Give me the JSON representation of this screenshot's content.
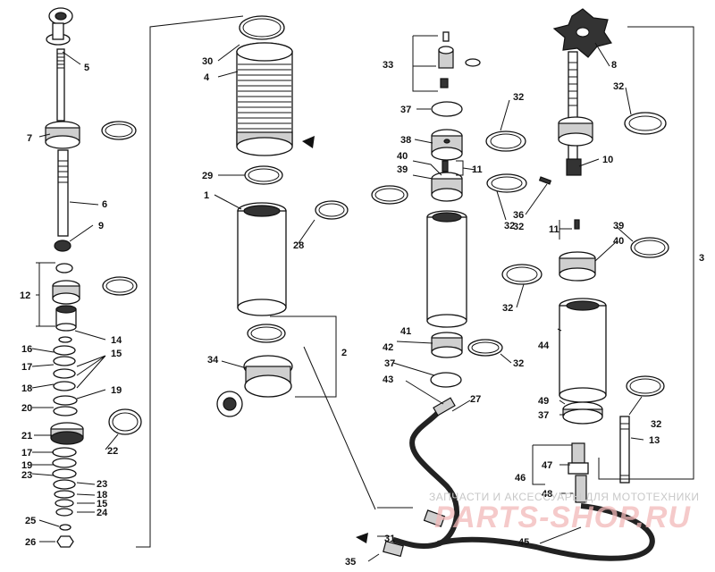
{
  "labels": {
    "l5": "5",
    "l7": "7",
    "l6": "6",
    "l9": "9",
    "l12": "12",
    "l14": "14",
    "l16": "16",
    "l15a": "15",
    "l17a": "17",
    "l18a": "18",
    "l19a": "19",
    "l20": "20",
    "l21": "21",
    "l22": "22",
    "l17b": "17",
    "l19b": "19",
    "l23a": "23",
    "l23b": "23",
    "l18b": "18",
    "l15b": "15",
    "l24": "24",
    "l25": "25",
    "l26": "26",
    "l30": "30",
    "l4": "4",
    "l29": "29",
    "l1": "1",
    "l28": "28",
    "l34": "34",
    "l2": "2",
    "l33": "33",
    "l37a": "37",
    "l32a": "32",
    "l38": "38",
    "l40a": "40",
    "l11a": "11",
    "l39a": "39",
    "l32b": "32",
    "l41": "41",
    "l42": "42",
    "l37b": "37",
    "l43": "43",
    "l32c": "32",
    "l27": "27",
    "l31": "31",
    "l35": "35",
    "l45": "45",
    "l8": "8",
    "l32d": "32",
    "l10": "10",
    "l36": "36",
    "l32e": "32",
    "l11b": "11",
    "l39b": "39",
    "l40b": "40",
    "l32f": "32",
    "l44": "44",
    "l49": "49",
    "l37c": "37",
    "l32g": "32",
    "l13": "13",
    "l47": "47",
    "l46": "46",
    "l48": "48",
    "l3": "3"
  },
  "watermark": {
    "line1": "ЗАПЧАСТИ И АКСЕССУАРЫ ДЛЯ МОТОТЕХНИКИ",
    "line2": "PARTS-SHOP.RU"
  }
}
